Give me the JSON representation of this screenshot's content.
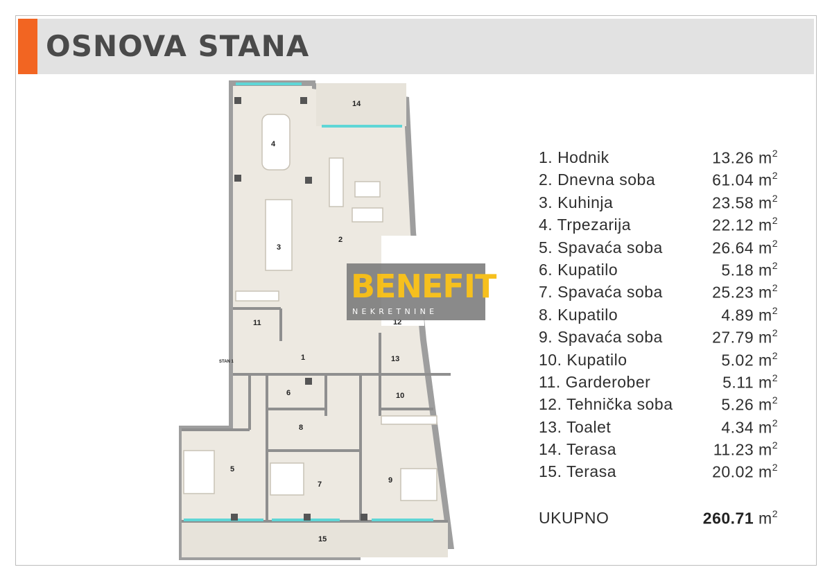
{
  "header": {
    "title": "OSNOVA STANA",
    "accent_color": "#f26522"
  },
  "legend": {
    "rooms": [
      {
        "name": "1. Hodnik",
        "area": "13.26 m",
        "unit_sup": "2"
      },
      {
        "name": "2. Dnevna soba",
        "area": "61.04 m",
        "unit_sup": "2"
      },
      {
        "name": "3. Kuhinja",
        "area": "23.58 m",
        "unit_sup": "2"
      },
      {
        "name": "4. Trpezarija",
        "area": "22.12 m",
        "unit_sup": "2"
      },
      {
        "name": "5. Spavaća soba",
        "area": "26.64 m",
        "unit_sup": "2"
      },
      {
        "name": "6. Kupatilo",
        "area": "5.18 m",
        "unit_sup": "2"
      },
      {
        "name": "7. Spavaća soba",
        "area": "25.23 m",
        "unit_sup": "2"
      },
      {
        "name": "8. Kupatilo",
        "area": "4.89 m",
        "unit_sup": "2"
      },
      {
        "name": "9. Spavaća soba",
        "area": "27.79 m",
        "unit_sup": "2"
      },
      {
        "name": "10. Kupatilo",
        "area": "5.02 m",
        "unit_sup": "2"
      },
      {
        "name": "11. Garderober",
        "area": "5.11 m",
        "unit_sup": "2"
      },
      {
        "name": "12. Tehnička soba",
        "area": "5.26 m",
        "unit_sup": "2"
      },
      {
        "name": "13. Toalet",
        "area": "4.34 m",
        "unit_sup": "2"
      },
      {
        "name": "14. Terasa",
        "area": "11.23 m",
        "unit_sup": "2"
      },
      {
        "name": "15. Terasa",
        "area": "20.02 m",
        "unit_sup": "2"
      }
    ],
    "total": {
      "label": "UKUPNO",
      "value": "260.71",
      "unit": "m",
      "unit_sup": "2"
    }
  },
  "plan": {
    "room_labels": [
      "1",
      "2",
      "3",
      "4",
      "5",
      "6",
      "7",
      "8",
      "9",
      "10",
      "11",
      "12",
      "13",
      "14",
      "15"
    ],
    "entrance_label": "STAN 1"
  },
  "watermark": {
    "brand": "BENEFIT",
    "subtitle": "NEKRETNINE",
    "brand_color": "#f5b800"
  }
}
